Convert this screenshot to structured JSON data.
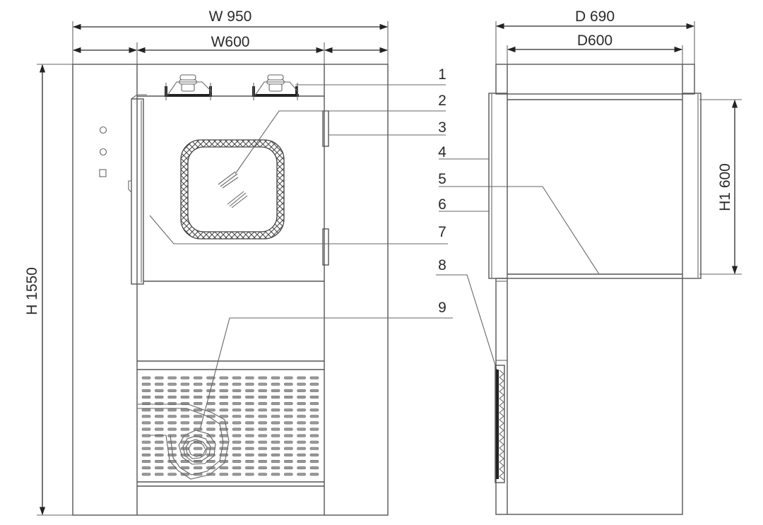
{
  "drawing": {
    "type": "technical-drawing",
    "views": [
      "front-view",
      "side-view"
    ],
    "line_color": "#555555",
    "background": "#ffffff"
  },
  "front_view": {
    "dimensions": {
      "overall_width": "W 950",
      "inner_width": "W600",
      "overall_height": "H 1550"
    },
    "control_panel": {
      "indicators": [
        "circle",
        "circle",
        "square"
      ]
    }
  },
  "side_view": {
    "dimensions": {
      "overall_depth": "D 690",
      "inner_depth": "D600",
      "door_height": "H1 600"
    }
  },
  "callouts": [
    {
      "number": "1"
    },
    {
      "number": "2"
    },
    {
      "number": "3"
    },
    {
      "number": "4"
    },
    {
      "number": "5"
    },
    {
      "number": "6"
    },
    {
      "number": "7"
    },
    {
      "number": "8"
    },
    {
      "number": "9"
    }
  ]
}
